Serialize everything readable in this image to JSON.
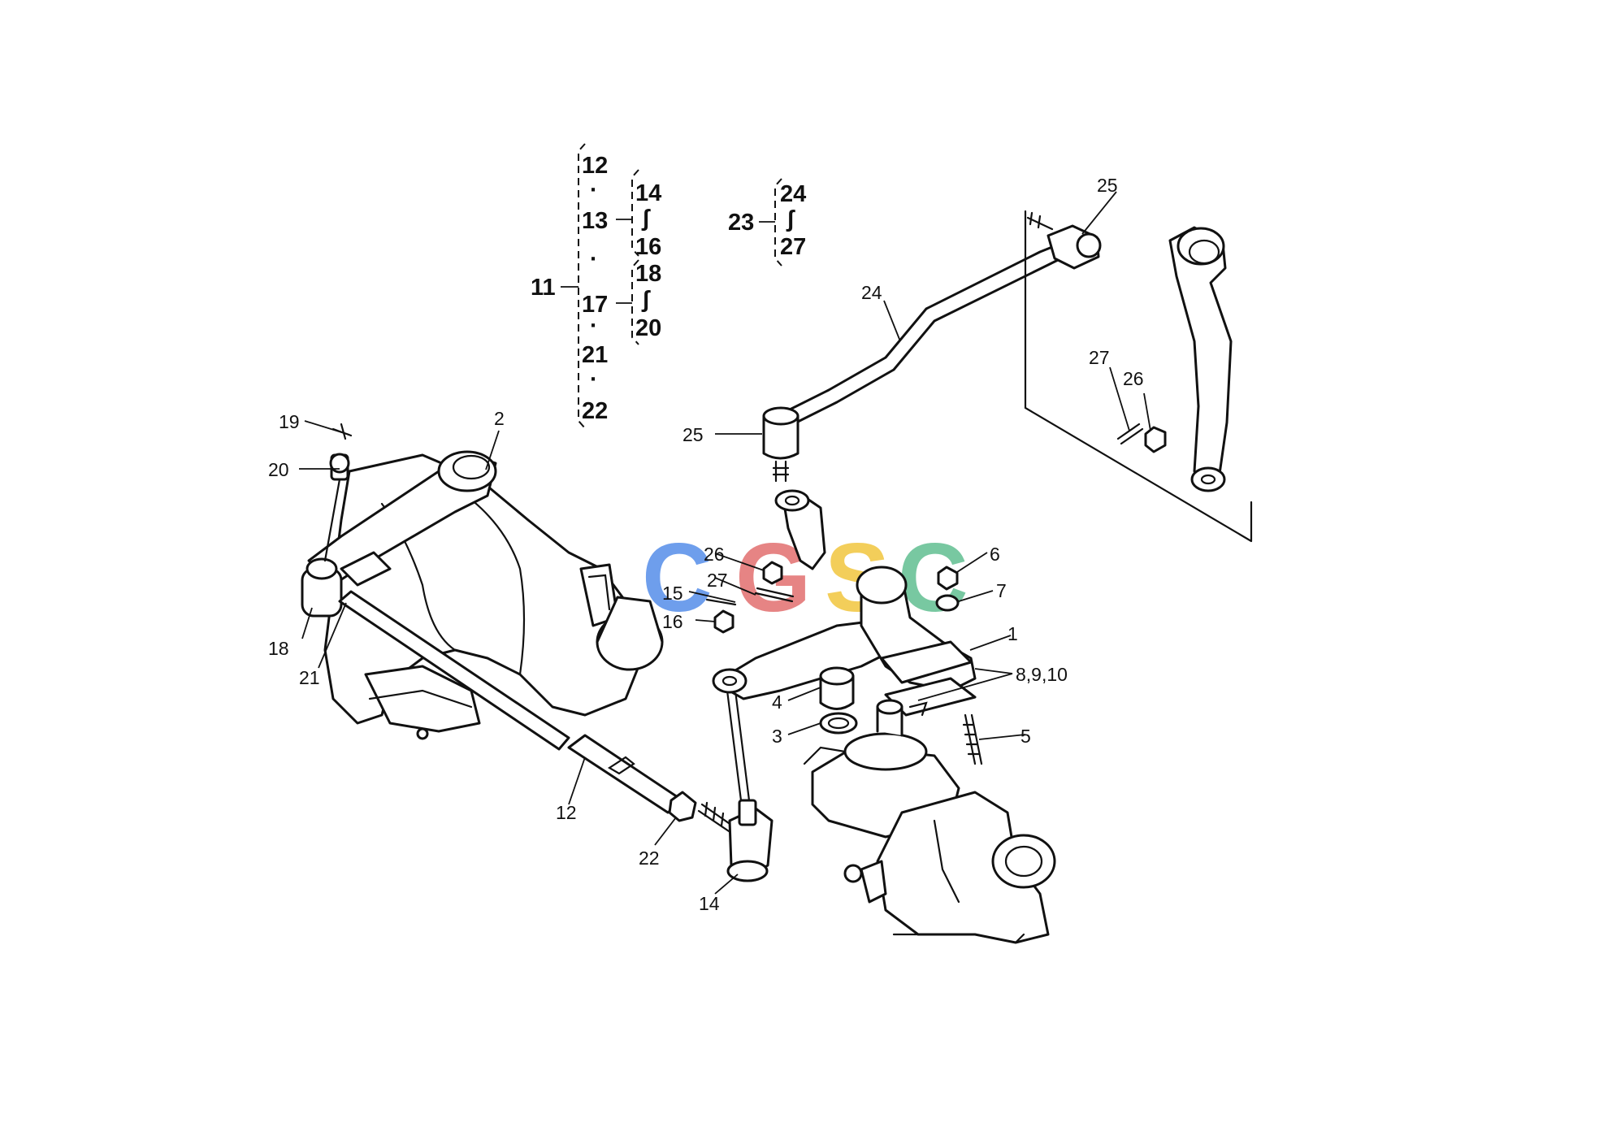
{
  "watermark": {
    "letters": [
      "C",
      "G",
      "S",
      "C"
    ],
    "colors": [
      "#4a86e8",
      "#e06666",
      "#f1c232",
      "#57bb8a"
    ]
  },
  "tree_main": {
    "root": "11",
    "items": [
      "12",
      "13",
      "17",
      "21",
      "22"
    ],
    "sub_13": [
      "14",
      "16"
    ],
    "sub_17": [
      "18",
      "20"
    ]
  },
  "tree_23": {
    "root": "23",
    "items": [
      "24",
      "27"
    ]
  },
  "callouts": {
    "p1": "1",
    "p2": "2",
    "p3": "3",
    "p4": "4",
    "p5": "5",
    "p6": "6",
    "p7": "7",
    "p8_10": "8,9,10",
    "p12": "12",
    "p14": "14",
    "p15": "15",
    "p16": "16",
    "p18": "18",
    "p19": "19",
    "p20": "20",
    "p21": "21",
    "p22": "22",
    "p24": "24",
    "p25_top": "25",
    "p25_left": "25",
    "p26_mid": "26",
    "p26_right": "26",
    "p27_mid": "27",
    "p27_right": "27"
  }
}
